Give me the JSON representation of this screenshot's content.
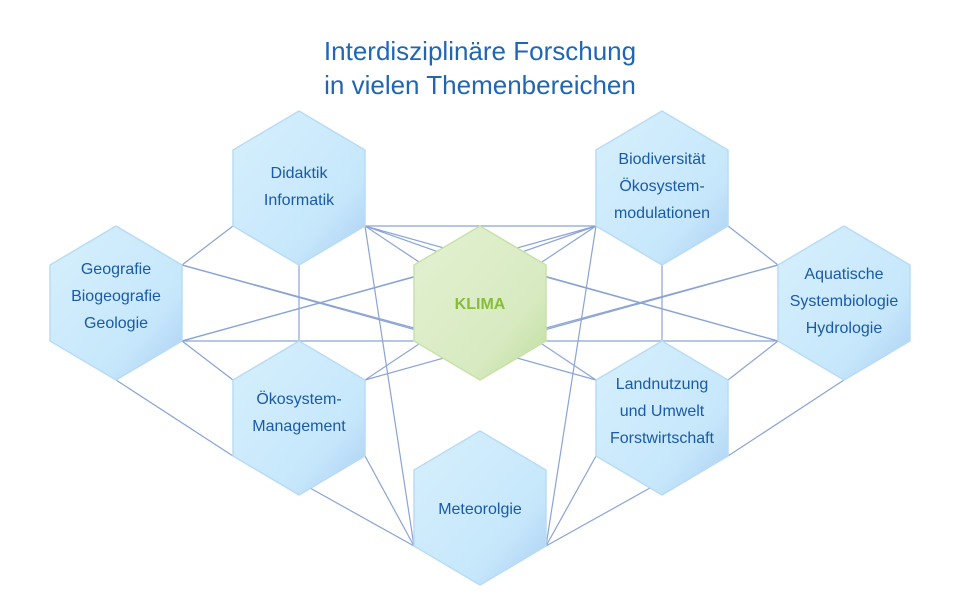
{
  "title": {
    "line1": "Interdisziplinäre Forschung",
    "line2": "in vielen Themenbereichen"
  },
  "center": {
    "label": "KLIMA"
  },
  "topics": [
    {
      "id": "didaktik",
      "lines": [
        "Didaktik",
        "Informatik"
      ]
    },
    {
      "id": "biodiversitaet",
      "lines": [
        "Biodiversität",
        "Ökosystem-",
        "modulationen"
      ]
    },
    {
      "id": "geografie",
      "lines": [
        "Geografie",
        "Biogeografie",
        "Geologie"
      ]
    },
    {
      "id": "aquatisch",
      "lines": [
        "Aquatische",
        "Systembiologie",
        "Hydrologie"
      ]
    },
    {
      "id": "oekosystem",
      "lines": [
        "Ökosystem-",
        "Management"
      ]
    },
    {
      "id": "landnutzung",
      "lines": [
        "Landnutzung",
        "und Umwelt",
        "Forstwirtschaft"
      ]
    },
    {
      "id": "meteorologie",
      "lines": [
        "Meteorolgie"
      ]
    }
  ],
  "colors": {
    "title": "#1f66b3",
    "hex_text": "#1a5aa6",
    "klima_text": "#86bd3a",
    "lines": "#8aa3d6",
    "hex_fill": "#cbe9fb",
    "klima_fill": "#d9ebc3"
  }
}
